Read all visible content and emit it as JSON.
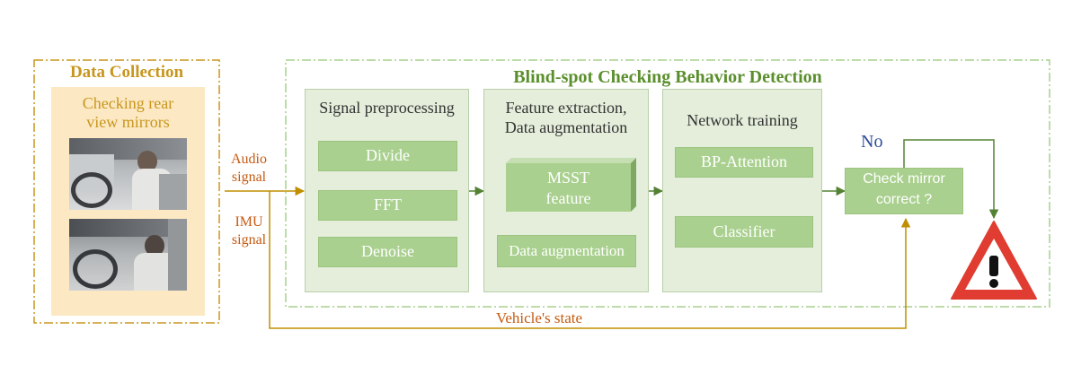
{
  "data_collection": {
    "title": "Data Collection",
    "caption_line1": "Checking rear",
    "caption_line2": "view mirrors"
  },
  "signals": {
    "audio_line1": "Audio",
    "audio_line2": "signal",
    "imu_line1": "IMU",
    "imu_line2": "signal",
    "vehicle_state": "Vehicle's state"
  },
  "detection": {
    "title": "Blind-spot Checking Behavior Detection",
    "preprocessing": {
      "title": "Signal preprocessing",
      "steps": [
        "Divide",
        "FFT",
        "Denoise"
      ]
    },
    "features": {
      "title_line1": "Feature extraction,",
      "title_line2": "Data augmentation",
      "feature_line1": "MSST",
      "feature_line2": "feature",
      "augmentation": "Data augmentation"
    },
    "training": {
      "title": "Network training",
      "steps": [
        "BP-Attention",
        "Classifier"
      ]
    },
    "decision": {
      "line1": "Check mirror",
      "line2": "correct ?",
      "no_label": "No"
    }
  },
  "colors": {
    "gold": "#c8961e",
    "dashed_green": "#a9d08e",
    "title_green": "#5a8f2c",
    "arrow_green": "#548235",
    "arrow_gold": "#bf8f00",
    "signal_text": "#c55a11",
    "warning_red": "#e03c31"
  },
  "icons": {
    "warning": "warning-triangle-icon"
  }
}
